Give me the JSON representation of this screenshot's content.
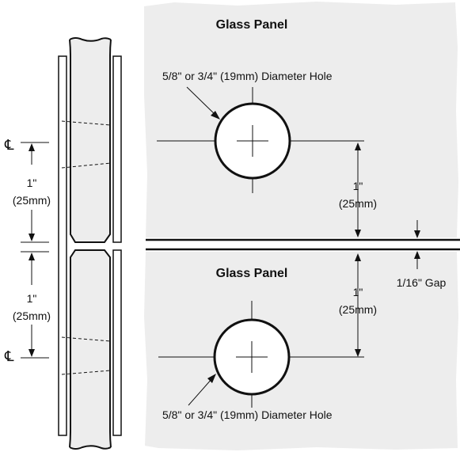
{
  "labels": {
    "top_panel": "Glass Panel",
    "bottom_panel": "Glass Panel",
    "top_hole": "5/8\" or 3/4\" (19mm) Diameter Hole",
    "bottom_hole": "5/8\" or 3/4\" (19mm) Diameter Hole",
    "dim_top_inch": "1\"",
    "dim_top_mm": "(25mm)",
    "dim_bottom_inch": "1\"",
    "dim_bottom_mm": "(25mm)",
    "side_top_inch": "1\"",
    "side_top_mm": "(25mm)",
    "side_bottom_inch": "1\"",
    "side_bottom_mm": "(25mm)",
    "gap": "1/16\" Gap",
    "centerline_symbol": "℄"
  },
  "colors": {
    "panel_fill": "#ededed",
    "line": "#111111",
    "background": "#ffffff"
  }
}
